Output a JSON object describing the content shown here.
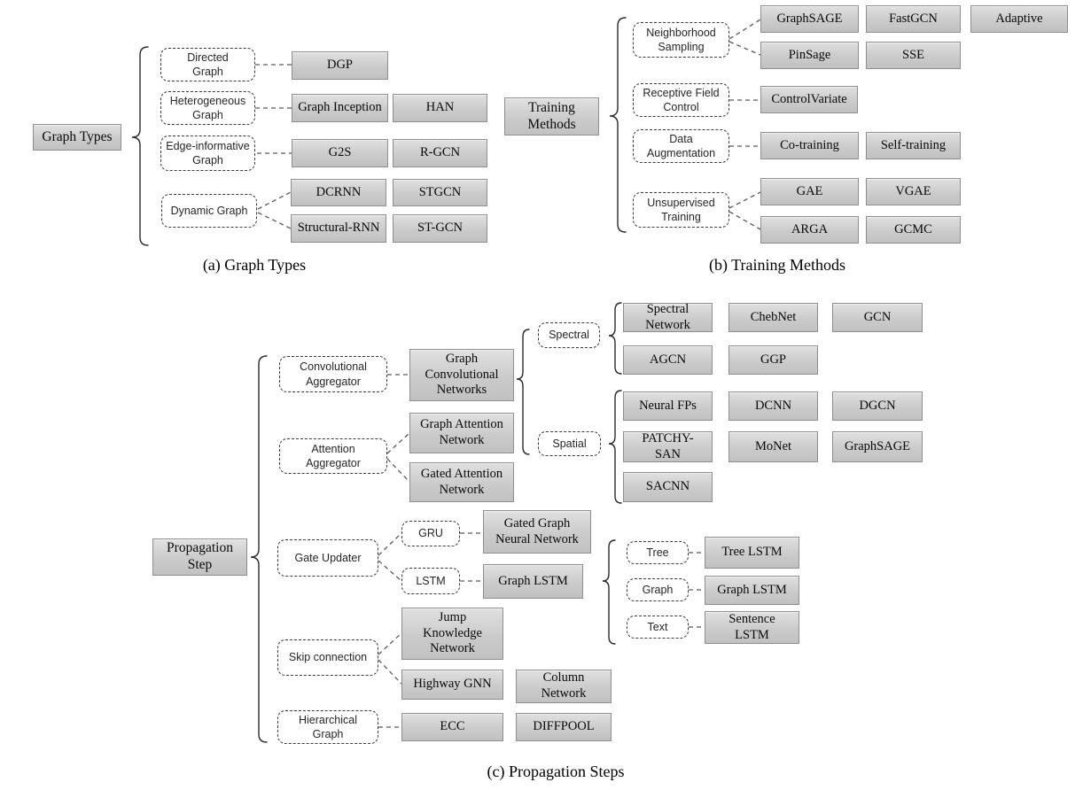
{
  "a": {
    "caption": "(a) Graph Types",
    "root": "Graph Types",
    "groups": [
      {
        "label": "Directed\nGraph",
        "models": [
          "DGP"
        ]
      },
      {
        "label": "Heterogeneous\nGraph",
        "models": [
          "Graph Inception",
          "HAN"
        ]
      },
      {
        "label": "Edge-informative\nGraph",
        "models": [
          "G2S",
          "R-GCN"
        ]
      },
      {
        "label": "Dynamic Graph",
        "models": [
          "DCRNN",
          "STGCN",
          "Structural-RNN",
          "ST-GCN"
        ]
      }
    ]
  },
  "b": {
    "caption": "(b) Training Methods",
    "root": "Training\nMethods",
    "groups": [
      {
        "label": "Neighborhood\nSampling",
        "models": [
          "GraphSAGE",
          "FastGCN",
          "Adaptive",
          "PinSage",
          "SSE"
        ]
      },
      {
        "label": "Receptive Field\nControl",
        "models": [
          "ControlVariate"
        ]
      },
      {
        "label": "Data\nAugmentation",
        "models": [
          "Co-training",
          "Self-training"
        ]
      },
      {
        "label": "Unsupervised\nTraining",
        "models": [
          "GAE",
          "VGAE",
          "ARGA",
          "GCMC"
        ]
      }
    ]
  },
  "c": {
    "caption": "(c) Propagation Steps",
    "root": "Propagation\nStep",
    "conv": {
      "label": "Convolutional\nAggregator",
      "model": "Graph\nConvolutional\nNetworks"
    },
    "spectral": {
      "label": "Spectral",
      "models": [
        "Spectral\nNetwork",
        "ChebNet",
        "GCN",
        "AGCN",
        "GGP"
      ]
    },
    "spatial": {
      "label": "Spatial",
      "models": [
        "Neural FPs",
        "DCNN",
        "DGCN",
        "PATCHY-\nSAN",
        "MoNet",
        "GraphSAGE",
        "SACNN"
      ]
    },
    "attention": {
      "label": "Attention\nAggregator",
      "models": [
        "Graph Attention\nNetwork",
        "Gated Attention\nNetwork"
      ]
    },
    "gate": {
      "label": "Gate Updater",
      "gru": {
        "label": "GRU",
        "model": "Gated Graph\nNeural Network"
      },
      "lstm": {
        "label": "LSTM",
        "model": "Graph LSTM"
      }
    },
    "lstm_variants": [
      {
        "label": "Tree",
        "model": "Tree LSTM"
      },
      {
        "label": "Graph",
        "model": "Graph LSTM"
      },
      {
        "label": "Text",
        "model": "Sentence\nLSTM"
      }
    ],
    "skip": {
      "label": "Skip connection",
      "models": [
        "Jump\nKnowledge\nNetwork",
        "Highway GNN",
        "Column\nNetwork"
      ]
    },
    "hier": {
      "label": "Hierarchical\nGraph",
      "models": [
        "ECC",
        "DIFFPOOL"
      ]
    }
  }
}
